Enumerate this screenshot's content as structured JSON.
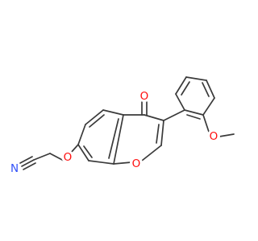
{
  "atoms": {
    "O_ketone": {
      "symbol": "O",
      "color": "#ff0d0d"
    },
    "O_ring": {
      "symbol": "O",
      "color": "#ff0d0d"
    },
    "O_ether": {
      "symbol": "O",
      "color": "#ff0d0d"
    },
    "O_methoxy": {
      "symbol": "O",
      "color": "#ff0d0d"
    },
    "N_nitrile": {
      "symbol": "N",
      "color": "#3050f8"
    }
  },
  "colors": {
    "bond": "#3a3a3a",
    "background": "#ffffff"
  }
}
